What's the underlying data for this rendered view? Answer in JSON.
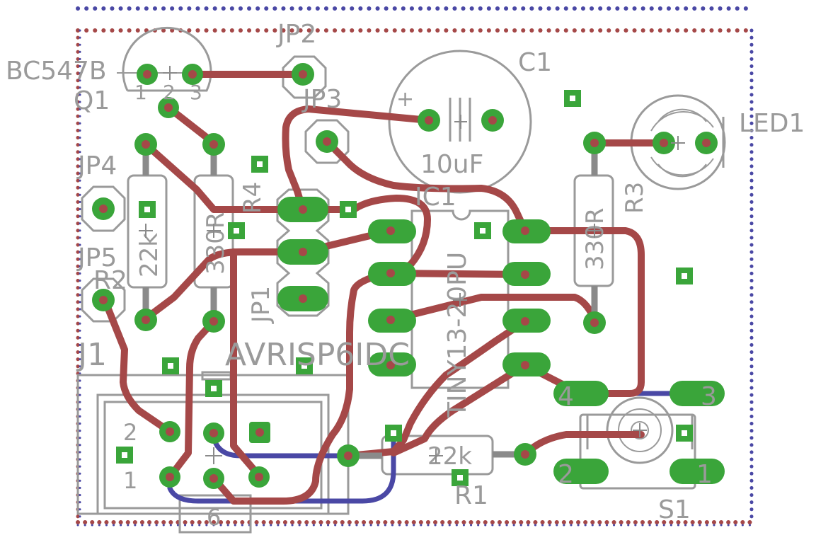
{
  "labels": {
    "q1_part": "BC547B",
    "q1_name": "Q1",
    "q1_pin1": "1",
    "q1_pin2": "2",
    "q1_pin3": "3",
    "jp2": "JP2",
    "jp3": "JP3",
    "jp4": "JP4",
    "jp5": "JP5",
    "jp1": "JP1",
    "c1": "C1",
    "c1_value": "10uF",
    "c1_plus": "+",
    "led1": "LED1",
    "r1": "R1",
    "r1_value": "22k",
    "r2": "R2",
    "r2_value": "22k",
    "r3": "R3",
    "r3_value": "330R",
    "r4": "R4",
    "r4_value": "330R",
    "ic1": "IC1",
    "ic1_part": "TINY13-20PU",
    "j1": "J1",
    "j1_part": "AVRISP6IDC",
    "j1_pin2": "2",
    "j1_pin1": "1",
    "j1_pin6": "6",
    "s1": "S1",
    "s1_pin1": "1",
    "s1_pin2": "2",
    "s1_pin3": "3",
    "s1_pin4": "4"
  },
  "colors": {
    "background": "#ffffff",
    "top_copper": "#a54848",
    "bottom_copper": "#4a48a5",
    "pad": "#3aa53a",
    "silkscreen": "#9a9a9a"
  }
}
